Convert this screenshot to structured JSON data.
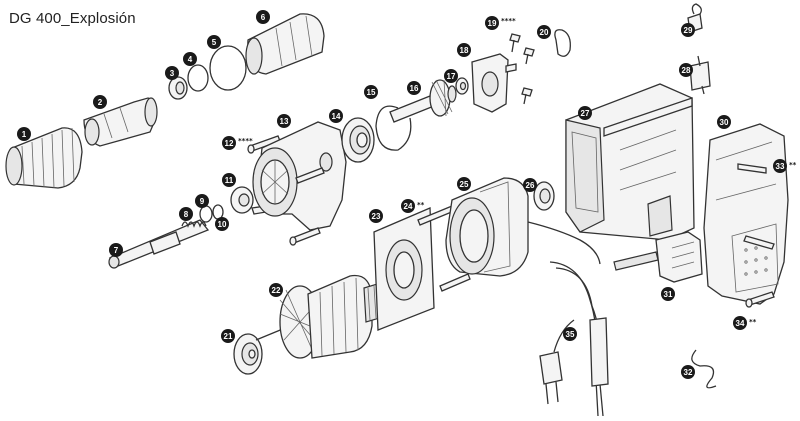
{
  "title": "DG 400_Explosión",
  "callouts": [
    {
      "n": "1",
      "stars": ""
    },
    {
      "n": "2",
      "stars": ""
    },
    {
      "n": "3",
      "stars": ""
    },
    {
      "n": "4",
      "stars": ""
    },
    {
      "n": "5",
      "stars": ""
    },
    {
      "n": "6",
      "stars": ""
    },
    {
      "n": "7",
      "stars": ""
    },
    {
      "n": "8",
      "stars": ""
    },
    {
      "n": "9",
      "stars": ""
    },
    {
      "n": "10",
      "stars": ""
    },
    {
      "n": "11",
      "stars": ""
    },
    {
      "n": "12",
      "stars": "****"
    },
    {
      "n": "13",
      "stars": ""
    },
    {
      "n": "14",
      "stars": ""
    },
    {
      "n": "15",
      "stars": ""
    },
    {
      "n": "16",
      "stars": ""
    },
    {
      "n": "17",
      "stars": ""
    },
    {
      "n": "18",
      "stars": ""
    },
    {
      "n": "19",
      "stars": "****"
    },
    {
      "n": "20",
      "stars": ""
    },
    {
      "n": "21",
      "stars": ""
    },
    {
      "n": "22",
      "stars": ""
    },
    {
      "n": "23",
      "stars": ""
    },
    {
      "n": "24",
      "stars": "**"
    },
    {
      "n": "25",
      "stars": ""
    },
    {
      "n": "26",
      "stars": ""
    },
    {
      "n": "27",
      "stars": ""
    },
    {
      "n": "28",
      "stars": ""
    },
    {
      "n": "29",
      "stars": ""
    },
    {
      "n": "30",
      "stars": ""
    },
    {
      "n": "31",
      "stars": ""
    },
    {
      "n": "32",
      "stars": ""
    },
    {
      "n": "33",
      "stars": "**"
    },
    {
      "n": "34",
      "stars": "**"
    },
    {
      "n": "35",
      "stars": ""
    }
  ]
}
